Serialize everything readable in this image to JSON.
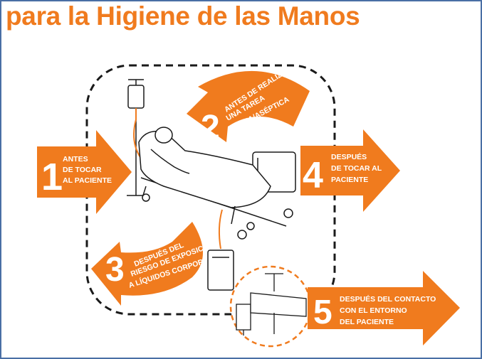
{
  "title": "para la Higiene de las Manos",
  "moments": [
    {
      "number": "1",
      "lines": [
        "ANTES",
        "DE TOCAR",
        "AL PACIENTE"
      ]
    },
    {
      "number": "2",
      "lines": [
        "ANTES DE REALIZAR",
        "UNA TAREA",
        "LIMPIA/ASÉPTICA"
      ]
    },
    {
      "number": "3",
      "lines": [
        "DESPUÉS DEL",
        "RIESGO DE EXPOSICIÓN",
        "A LÍQUIDOS CORPORALES"
      ]
    },
    {
      "number": "4",
      "lines": [
        "DESPUÉS",
        "DE TOCAR AL",
        "PACIENTE"
      ]
    },
    {
      "number": "5",
      "lines": [
        "DESPUÉS DEL CONTACTO",
        "CON EL ENTORNO",
        "DEL PACIENTE"
      ]
    }
  ],
  "colors": {
    "accent": "#f07b1e",
    "frame": "#4a6fa5",
    "line": "#1a1a1a"
  }
}
